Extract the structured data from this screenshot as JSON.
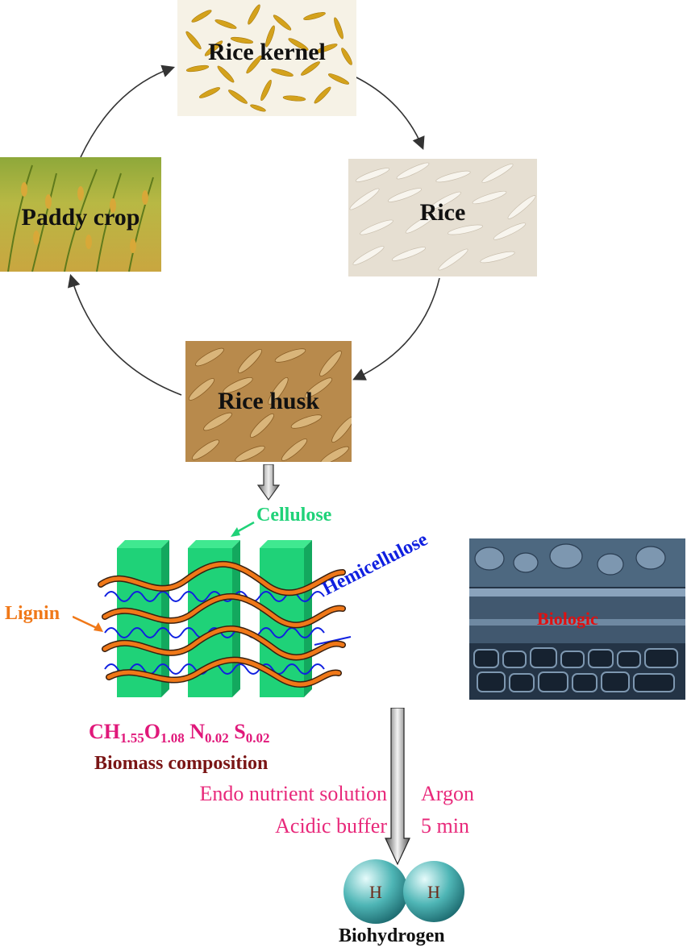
{
  "cycle": {
    "rice_kernel": "Rice kernel",
    "rice": "Rice",
    "rice_husk": "Rice husk",
    "paddy_crop": "Paddy crop"
  },
  "structure": {
    "cellulose": "Cellulose",
    "hemicellulose": "Hemicellulose",
    "lignin": "Lignin"
  },
  "micrograph": {
    "label": "Biologic"
  },
  "composition": {
    "elements": [
      {
        "symbol": "CH",
        "sub": "1.55"
      },
      {
        "symbol": "O",
        "sub": "1.08"
      },
      {
        "symbol": "N",
        "sub": "0.02"
      },
      {
        "symbol": "S",
        "sub": "0.02"
      }
    ],
    "title": "Biomass composition"
  },
  "process": {
    "left": [
      "Endo nutrient solution",
      "Acidic buffer"
    ],
    "right": [
      "Argon",
      "5 min"
    ]
  },
  "product": {
    "atoms": [
      "H",
      "H"
    ],
    "name": "Biohydrogen"
  },
  "colors": {
    "cellulose": "#1fd278",
    "hemicellulose": "#1020e0",
    "lignin": "#f07818",
    "composition": "#e0187a",
    "title": "#7a1515",
    "process": "#e8287a",
    "micrograph_label": "#e01010",
    "arrow": "#333333"
  }
}
